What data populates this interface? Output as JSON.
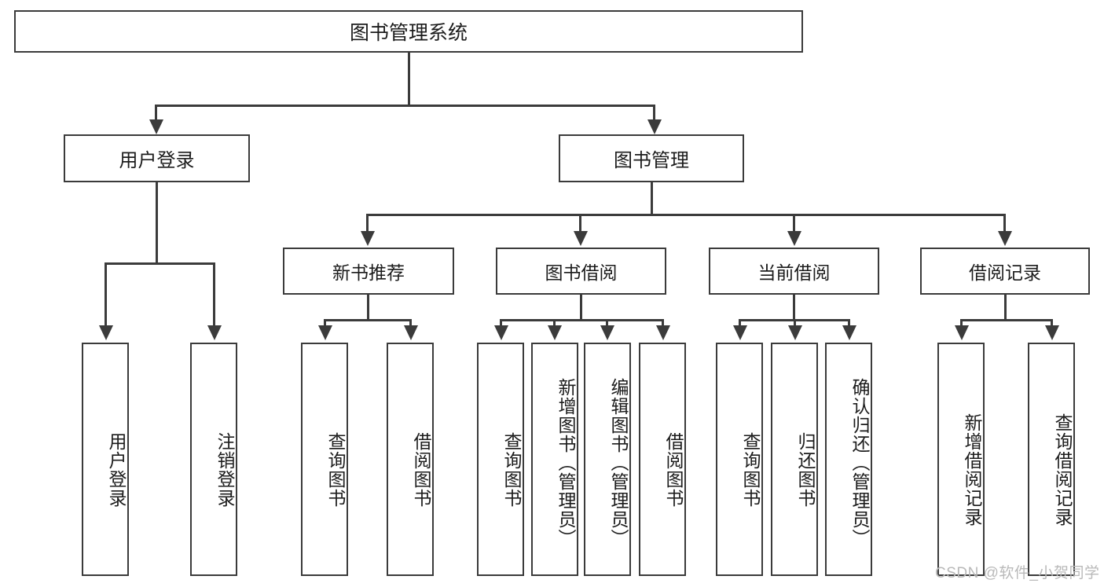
{
  "diagram": {
    "title": "图书管理系统",
    "type": "hierarchy-tree",
    "root": {
      "label": "图书管理系统"
    },
    "level2": [
      {
        "label": "用户登录"
      },
      {
        "label": "图书管理"
      }
    ],
    "level3": [
      {
        "label": "新书推荐"
      },
      {
        "label": "图书借阅"
      },
      {
        "label": "当前借阅"
      },
      {
        "label": "借阅记录"
      }
    ],
    "leaves": {
      "user_login": [
        {
          "label": "用户登录"
        },
        {
          "label": "注销登录"
        }
      ],
      "new_book_recommend": [
        {
          "label": "查询图书"
        },
        {
          "label": "借阅图书"
        }
      ],
      "book_borrow": [
        {
          "label": "查询图书"
        },
        {
          "label": "新增图书（管理员）"
        },
        {
          "label": "编辑图书（管理员）"
        },
        {
          "label": "借阅图书"
        }
      ],
      "current_borrow": [
        {
          "label": "查询图书"
        },
        {
          "label": "归还图书"
        },
        {
          "label": "确认归还（管理员）"
        }
      ],
      "borrow_record": [
        {
          "label": "新增借阅记录"
        },
        {
          "label": "查询借阅记录"
        }
      ]
    }
  },
  "watermark": {
    "text": "CSDN @软件_小贺同学"
  },
  "colors": {
    "border": "#3b3b3b",
    "background": "#ffffff",
    "text": "#1c1c1c",
    "watermark": "#b9b9b9"
  }
}
